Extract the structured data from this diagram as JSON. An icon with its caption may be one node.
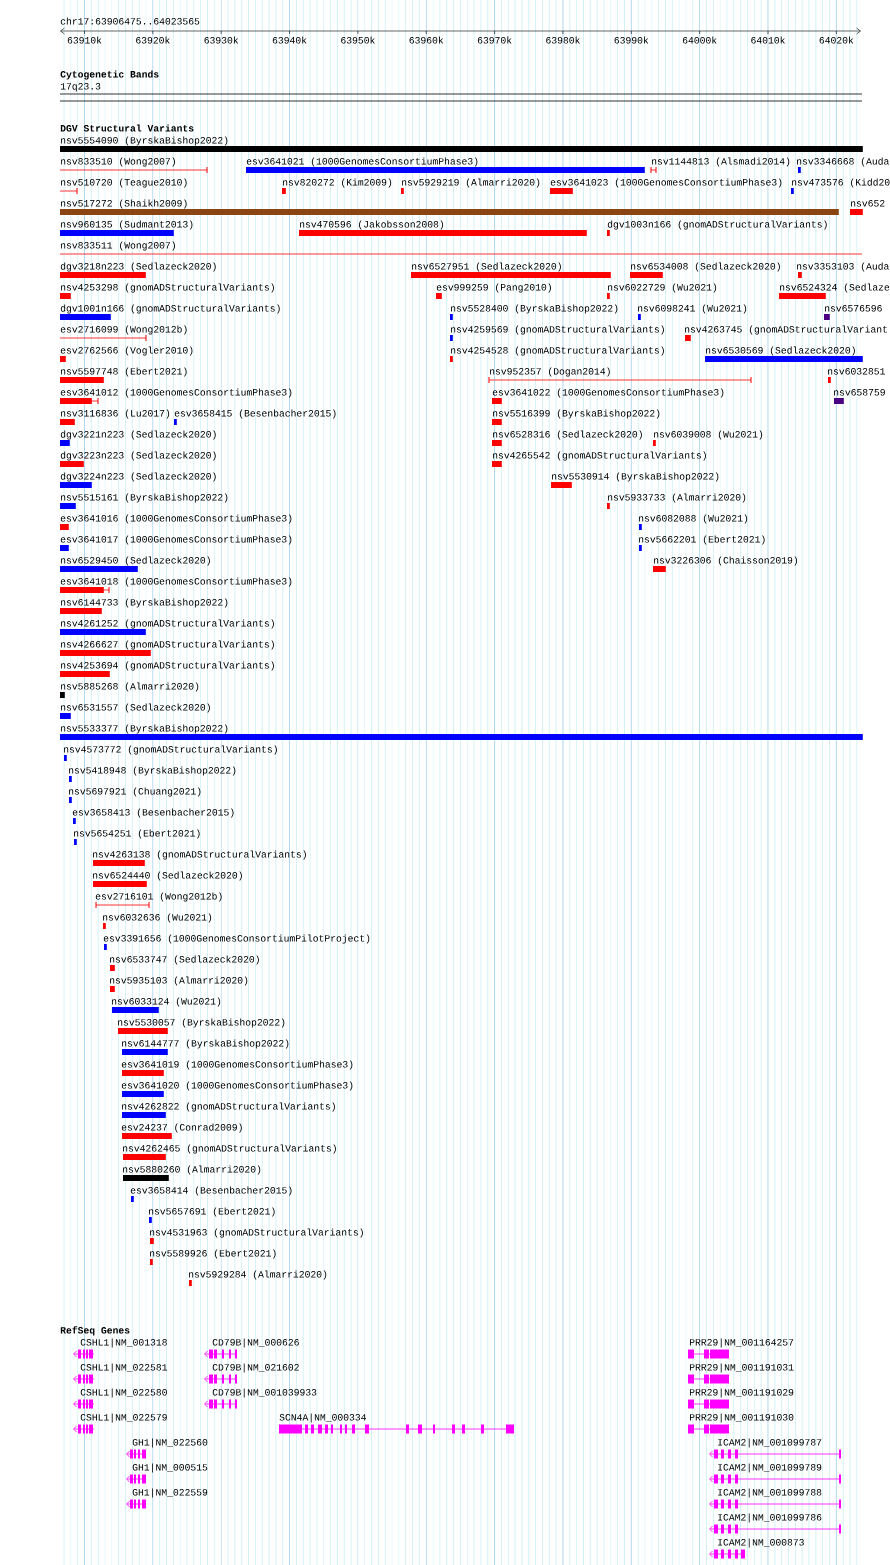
{
  "diagram": {
    "labels": [
      "chr17:63906475..64023565",
      "63910k",
      "63920k",
      "63930k",
      "63940k",
      "63950k",
      "63960k",
      "63970k",
      "63980k",
      "63990k",
      "64000k",
      "64010k",
      "64020k",
      "Cytogenetic Bands",
      "17q23.3",
      "DGV Structural Variants",
      "nsv5554090 (ByrskaBishop2022)",
      "nsv833510 (Wong2007)",
      "esv3641021 (1000GenomesConsortiumPhase3)",
      "nsv1144813 (Alsmadi2014)",
      "nsv3346668 (Auda",
      "nsv510720 (Teague2010)",
      "nsv820272 (Kim2009)",
      "nsv5929219 (Almarri2020)",
      "esv3641023 (1000GenomesConsortiumPhase3)",
      "nsv473576 (Kidd20",
      "nsv517272 (Shaikh2009)",
      "nsv652",
      "nsv960135 (Sudmant2013)",
      "nsv470596 (Jakobsson2008)",
      "dgv1003n166 (gnomADStructuralVariants)",
      "nsv833511 (Wong2007)",
      "dgv3218n223 (Sedlazeck2020)",
      "nsv6527951 (Sedlazeck2020)",
      "nsv6534008 (Sedlazeck2020)",
      "nsv3353103 (Auda",
      "nsv4253298 (gnomADStructuralVariants)",
      "esv999259 (Pang2010)",
      "nsv6022729 (Wu2021)",
      "nsv6524324 (Sedlaze",
      "dgv1001n166 (gnomADStructuralVariants)",
      "nsv5528400 (ByrskaBishop2022)",
      "nsv6098241 (Wu2021)",
      "nsv6576596",
      "esv2716099 (Wong2012b)",
      "nsv4259569 (gnomADStructuralVariants)",
      "nsv4263745 (gnomADStructuralVariant",
      "esv2762566 (Vogler2010)",
      "nsv4254528 (gnomADStructuralVariants)",
      "nsv6530569 (Sedlazeck2020)",
      "nsv5597748 (Ebert2021)",
      "nsv952357 (Dogan2014)",
      "nsv6032851",
      "esv3641012 (1000GenomesConsortiumPhase3)",
      "esv3641022 (1000GenomesConsortiumPhase3)",
      "nsv658759",
      "nsv3116836 (Lu2017)",
      "esv3658415 (Besenbacher2015)",
      "nsv5516399 (ByrskaBishop2022)",
      "dgv3221n223 (Sedlazeck2020)",
      "nsv6528316 (Sedlazeck2020)",
      "nsv6039008 (Wu2021)",
      "dgv3223n223 (Sedlazeck2020)",
      "nsv4265542 (gnomADStructuralVariants)",
      "dgv3224n223 (Sedlazeck2020)",
      "nsv5530914 (ByrskaBishop2022)",
      "nsv5515161 (ByrskaBishop2022)",
      "nsv5933733 (Almarri2020)",
      "esv3641016 (1000GenomesConsortiumPhase3)",
      "nsv6082088 (Wu2021)",
      "esv3641017 (1000GenomesConsortiumPhase3)",
      "nsv5662201 (Ebert2021)",
      "nsv6529450 (Sedlazeck2020)",
      "nsv3226306 (Chaisson2019)",
      "esv3641018 (1000GenomesConsortiumPhase3)",
      "nsv6144733 (ByrskaBishop2022)",
      "nsv4261252 (gnomADStructuralVariants)",
      "nsv4266627 (gnomADStructuralVariants)",
      "nsv4253694 (gnomADStructuralVariants)",
      "nsv5885268 (Almarri2020)",
      "nsv6531557 (Sedlazeck2020)",
      "nsv5533377 (ByrskaBishop2022)",
      "nsv4573772 (gnomADStructuralVariants)",
      "nsv5418948 (ByrskaBishop2022)",
      "nsv5697921 (Chuang2021)",
      "esv3658413 (Besenbacher2015)",
      "nsv5654251 (Ebert2021)",
      "nsv4263138 (gnomADStructuralVariants)",
      "nsv6524440 (Sedlazeck2020)",
      "esv2716101 (Wong2012b)",
      "nsv6032636 (Wu2021)",
      "esv3391656 (1000GenomesConsortiumPilotProject)",
      "nsv6533747 (Sedlazeck2020)",
      "nsv5935103 (Almarri2020)",
      "nsv6033124 (Wu2021)",
      "nsv5530057 (ByrskaBishop2022)",
      "nsv6144777 (ByrskaBishop2022)",
      "esv3641019 (1000GenomesConsortiumPhase3)",
      "esv3641020 (1000GenomesConsortiumPhase3)",
      "nsv4262822 (gnomADStructuralVariants)",
      "esv24237 (Conrad2009)",
      "nsv4262465 (gnomADStructuralVariants)",
      "nsv5880260 (Almarri2020)",
      "esv3658414 (Besenbacher2015)",
      "nsv5657691 (Ebert2021)",
      "nsv4531963 (gnomADStructuralVariants)",
      "nsv5589926 (Ebert2021)",
      "nsv5929284 (Almarri2020)",
      "RefSeq Genes",
      "CSHL1|NM_001318",
      "CD79B|NM_000626",
      "PRR29|NM_001164257",
      "CSHL1|NM_022581",
      "CD79B|NM_021602",
      "PRR29|NM_001191031",
      "CSHL1|NM_022580",
      "CD79B|NM_001039933",
      "PRR29|NM_001191029",
      "CSHL1|NM_022579",
      "SCN4A|NM_000334",
      "PRR29|NM_001191030",
      "GH1|NM_022560",
      "ICAM2|NM_001099787",
      "GH1|NM_000515",
      "ICAM2|NM_001099789",
      "GH1|NM_022559",
      "ICAM2|NM_001099788",
      "ICAM2|NM_001099786",
      "ICAM2|NM_000873"
    ]
  }
}
